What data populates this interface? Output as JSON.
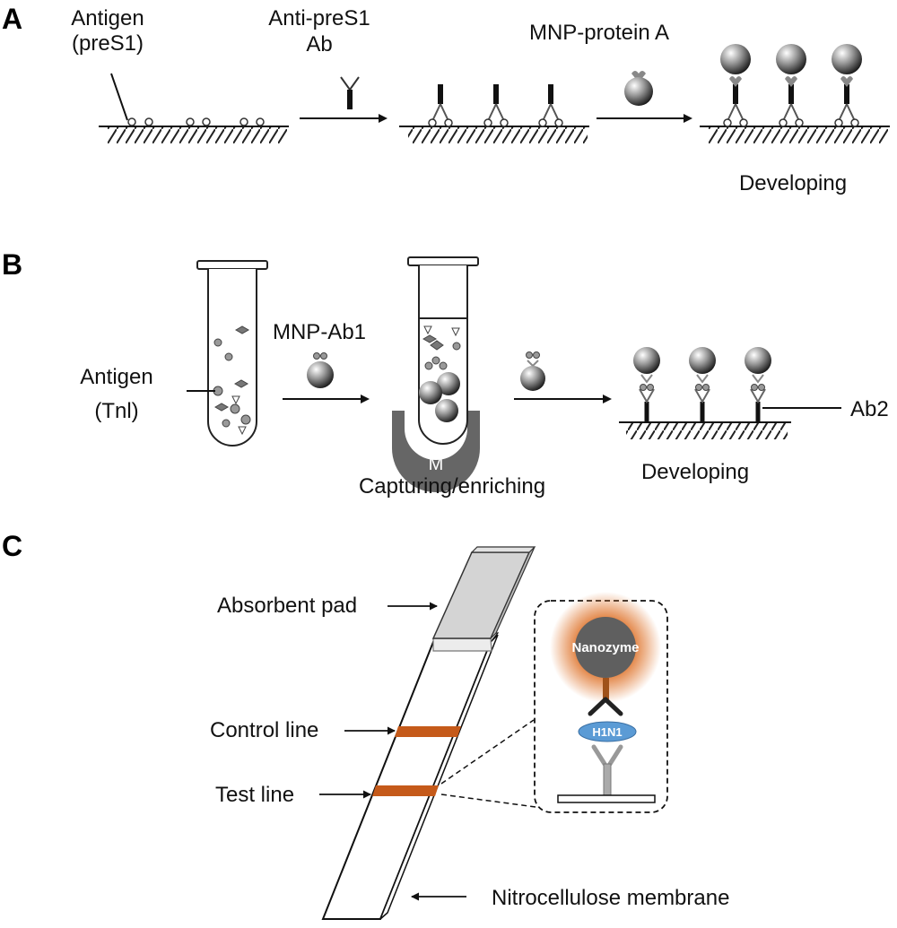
{
  "panels": {
    "a": {
      "letter": "A",
      "antigen_line1": "Antigen",
      "antigen_line2": "(preS1)",
      "antibody_line1": "Anti-preS1",
      "antibody_line2": "Ab",
      "mnp": "MNP-protein A",
      "developing": "Developing"
    },
    "b": {
      "letter": "B",
      "mnp": "MNP-Ab1",
      "antigen_line1": "Antigen",
      "antigen_line2": "(Tnl)",
      "magnet": "M",
      "capturing": "Capturing/enriching",
      "developing": "Developing",
      "ab2": "Ab2"
    },
    "c": {
      "letter": "C",
      "absorbent_pad": "Absorbent pad",
      "control_line": "Control line",
      "test_line": "Test line",
      "membrane": "Nitrocellulose membrane",
      "nanozyme": "Nanozyme",
      "h1n1": "H1N1"
    }
  },
  "colors": {
    "band": "#c55a1a",
    "halo": "#e07a35",
    "nanozyme": "#5f5f5f",
    "h1n1": "#5b9bd5",
    "pad": "#d4d4d4",
    "magnet": "#666666"
  }
}
